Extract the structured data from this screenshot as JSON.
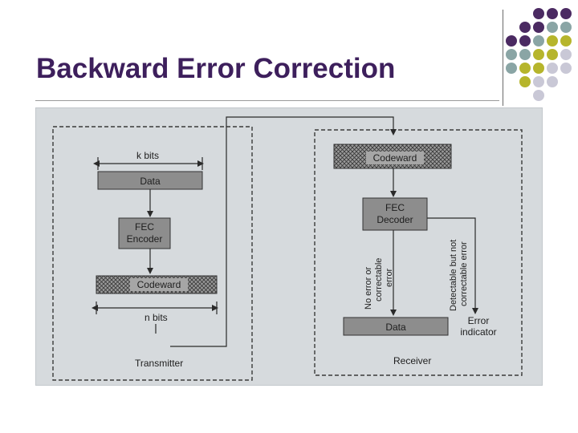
{
  "slide": {
    "title": "Backward Error Correction"
  },
  "decoration": {
    "dot_colors": {
      "purple": "#4b2a62",
      "teal": "#8aa5a5",
      "olive": "#b6b52c",
      "lavender": "#c9c8d6"
    }
  },
  "diagram": {
    "transmitter": {
      "k_bits": "k bits",
      "data": "Data",
      "encoder_line1": "FEC",
      "encoder_line2": "Encoder",
      "codeword": "Codeward",
      "n_bits": "n bits",
      "label": "Transmitter"
    },
    "receiver": {
      "codeword": "Codeward",
      "decoder_line1": "FEC",
      "decoder_line2": "Decoder",
      "no_error_line1": "No error or",
      "no_error_line2": "correctable",
      "no_error_line3": "error",
      "detectable_line1": "Detectable but not",
      "detectable_line2": "correctable error",
      "data": "Data",
      "error_indicator_line1": "Error",
      "error_indicator_line2": "indicator",
      "label": "Receiver"
    }
  }
}
